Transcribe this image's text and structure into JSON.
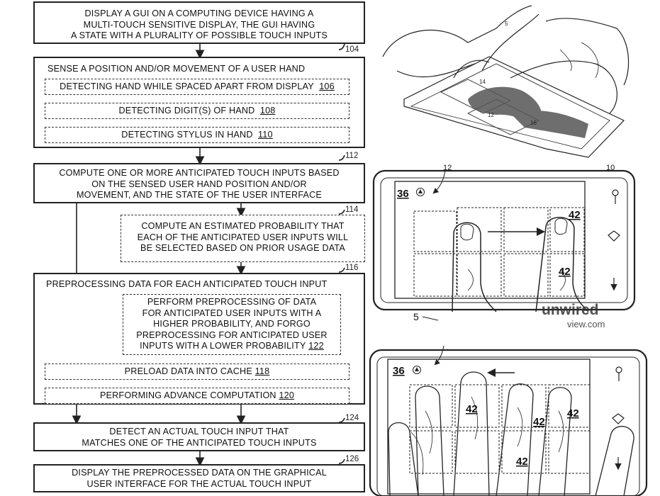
{
  "flowchart": {
    "step_102": {
      "text": "DISPLAY A GUI ON A COMPUTING DEVICE HAVING A\nMULTI-TOUCH SENSITIVE DISPLAY, THE GUI HAVING\nA STATE WITH  A PLURALITY OF POSSIBLE TOUCH INPUTS"
    },
    "step_104": {
      "ref": "104",
      "text": "SENSE A POSITION AND/OR MOVEMENT OF A USER HAND",
      "sub_106_text": "DETECTING HAND WHILE SPACED APART FROM DISPLAY",
      "sub_106_ref": "106",
      "sub_108_text": "DETECTING DIGIT(S) OF HAND",
      "sub_108_ref": "108",
      "sub_110_text": "DETECTING STYLUS IN HAND",
      "sub_110_ref": "110"
    },
    "step_112": {
      "ref": "112",
      "text": "COMPUTE ONE OR MORE ANTICIPATED TOUCH INPUTS BASED\nON THE SENSED USER HAND POSITION AND/OR\nMOVEMENT, AND THE STATE OF THE USER INTERFACE"
    },
    "step_114": {
      "ref": "114",
      "text": "COMPUTE AN ESTIMATED PROBABILITY THAT\nEACH OF THE ANTICIPATED USER INPUTS WILL\nBE SELECTED BASED ON PRIOR USAGE DATA"
    },
    "step_116": {
      "ref": "116",
      "text": "PREPROCESSING DATA FOR EACH  ANTICIPATED TOUCH INPUT",
      "sub_122_text": "PERFORM PREPROCESSING OF DATA\nFOR ANTICIPATED USER INPUTS WITH A\nHIGHER PROBABILITY, AND FORGO\nPREPROCESSING FOR ANTICIPATED USER\nINPUTS WITH A LOWER PROBABILITY",
      "sub_122_ref": "122",
      "sub_118_text": "PRELOAD DATA INTO CACHE",
      "sub_118_ref": "118",
      "sub_120_text": "PERFORMING ADVANCE COMPUTATION",
      "sub_120_ref": "120"
    },
    "step_124": {
      "ref": "124",
      "text": "DETECT AN ACTUAL TOUCH INPUT THAT\nMATCHES ONE OF THE ANTICIPATED TOUCH INPUTS"
    },
    "step_126": {
      "ref": "126",
      "text": "DISPLAY THE PREPROCESSED DATA ON THE GRAPHICAL\nUSER INTERFACE FOR THE ACTUAL TOUCH INPUT"
    }
  },
  "figures": {
    "top": {
      "labels": [
        "5",
        "12",
        "14",
        "16"
      ]
    },
    "middle": {
      "ref_12": "12",
      "ref_10": "10",
      "ref_5": "5",
      "tile_count": "36",
      "tile_a": "42",
      "tile_b": "42",
      "watermark_1": "unwired",
      "watermark_2": "view.com"
    },
    "bottom": {
      "tile_count": "36",
      "tile_a": "42",
      "tile_b": "42",
      "tile_c": "42",
      "tile_d": "42"
    }
  }
}
